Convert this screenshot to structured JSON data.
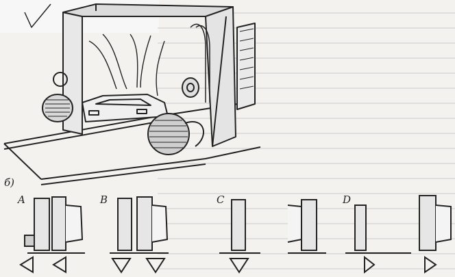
{
  "figure": {
    "panel_b_label": "б)",
    "positions": [
      {
        "letter": "A"
      },
      {
        "letter": "B"
      },
      {
        "letter": "C"
      },
      {
        "letter": "D"
      }
    ],
    "top_mark": "V"
  }
}
